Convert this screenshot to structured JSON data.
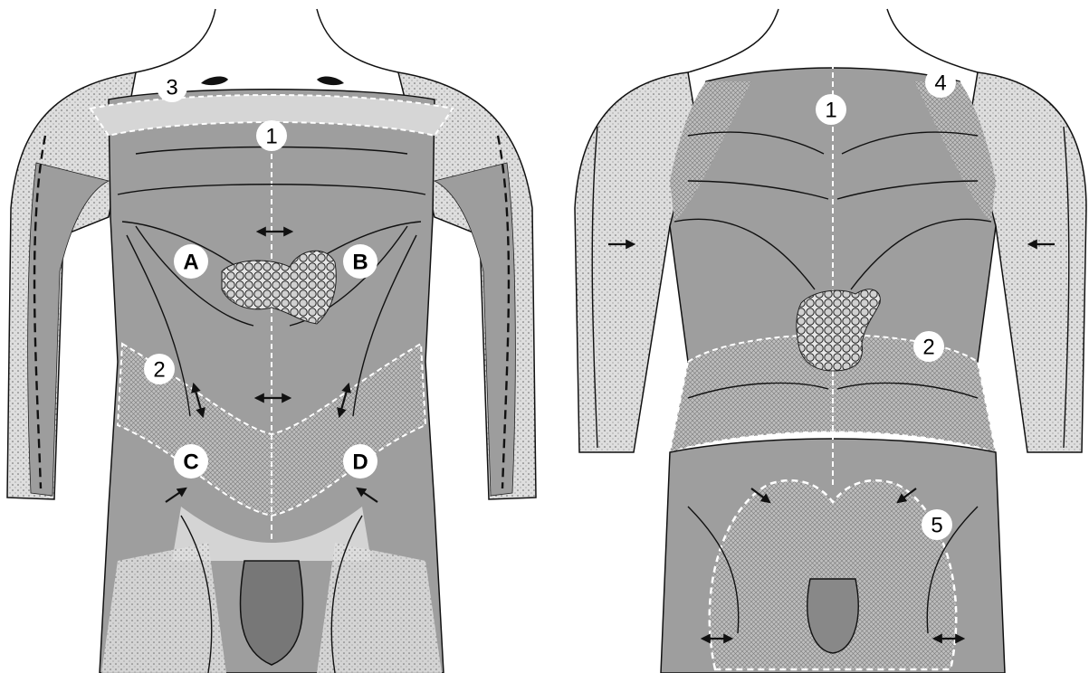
{
  "figure": {
    "left_view": {
      "labels": {
        "midline": "1",
        "waist": "2",
        "shoulder": "3",
        "chest_left": "A",
        "chest_right": "B",
        "groin_left": "C",
        "groin_right": "D"
      }
    },
    "right_view": {
      "labels": {
        "midline": "1",
        "waist": "2",
        "shoulder": "4",
        "buttock": "5"
      }
    }
  },
  "colors": {
    "skin_gray": "#9a9a9a",
    "light_zone": "#d9d9d9",
    "outline": "#111111",
    "boundary": "#ffffff",
    "node_fill": "#c8c8c8"
  }
}
